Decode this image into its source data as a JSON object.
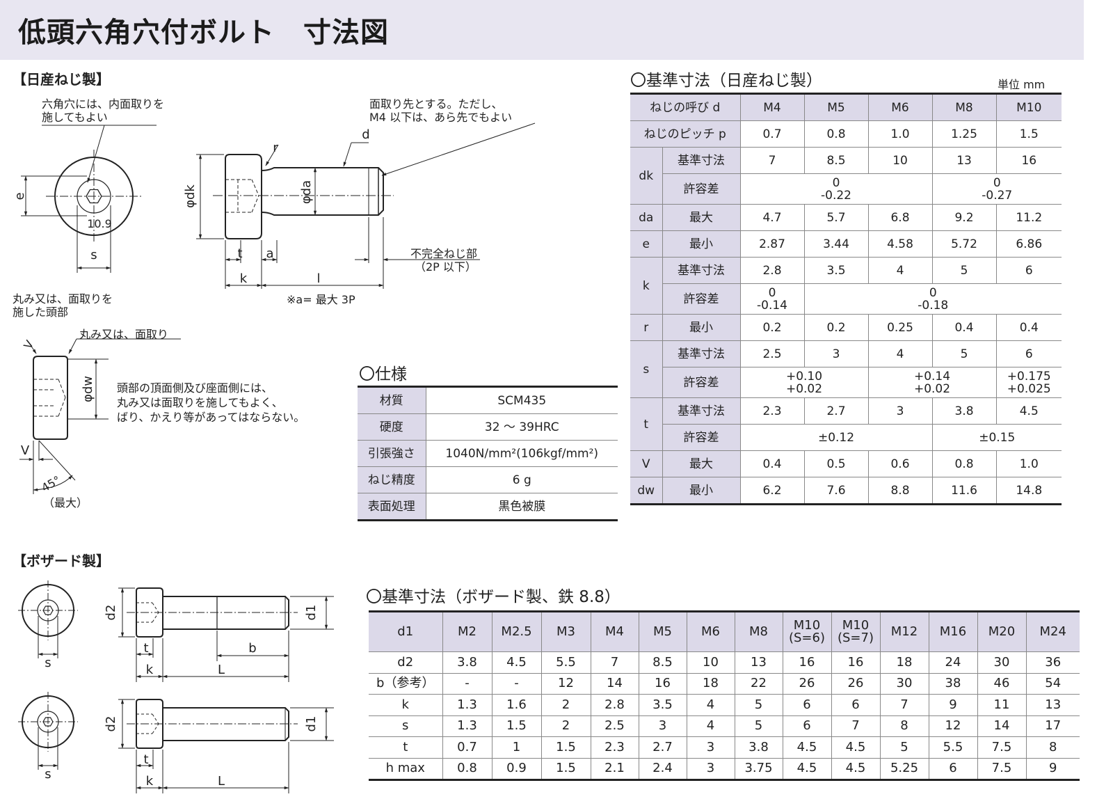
{
  "page_title": "低頭六角穴付ボルト　寸法図",
  "nissan": {
    "section": "【日産ねじ製】",
    "notes": {
      "hex_chamfer": [
        "六角穴には、内面取りを",
        "施してもよい"
      ],
      "tip_chamfer": [
        "面取り先とする。ただし、",
        "M4 以下は、あら先でもよい"
      ],
      "incomplete": [
        "不完全ねじ部",
        "（2P 以下）"
      ],
      "a_max": "※a= 最大 3P",
      "head_round": [
        "丸み又は、面取りを",
        "施した頭部"
      ],
      "round_or_chamfer": "丸み又は、面取り",
      "head_surfaces": [
        "頭部の頂面側及び座面側には、",
        "丸み又は面取りを施してもよく、",
        "ばり、かえり等があってはならない。"
      ],
      "max": "（最大）"
    },
    "dims": {
      "e": "e",
      "s": "s",
      "grade": "10.9",
      "dk": "φdk",
      "da": "φda",
      "dw": "φdw",
      "r": "r",
      "d": "d",
      "t": "t",
      "a": "a",
      "k": "k",
      "l": "l",
      "v": "V",
      "angle": "45°"
    }
  },
  "spec": {
    "title": "〇仕様",
    "rows": [
      {
        "label": "材質",
        "value": "SCM435"
      },
      {
        "label": "硬度",
        "value": "32 ～ 39HRC"
      },
      {
        "label": "引張強さ",
        "value": "1040N/mm²(106kgf/mm²)"
      },
      {
        "label": "ねじ精度",
        "value": "6 g"
      },
      {
        "label": "表面処理",
        "value": "黒色被膜"
      }
    ]
  },
  "nissan_table": {
    "title": "〇基準寸法（日産ねじ製）",
    "unit": "単位 mm",
    "header": {
      "label": "ねじの呼び d",
      "sizes": [
        "M4",
        "M5",
        "M6",
        "M8",
        "M10"
      ]
    },
    "pitch": {
      "label": "ねじのピッチ p",
      "values": [
        "0.7",
        "0.8",
        "1.0",
        "1.25",
        "1.5"
      ]
    },
    "dk": {
      "sym": "dk",
      "base_label": "基準寸法",
      "base": [
        "7",
        "8.5",
        "10",
        "13",
        "16"
      ],
      "tol_label": "許容差",
      "tol_a": [
        "0",
        "-0.22"
      ],
      "tol_b": [
        "0",
        "-0.27"
      ]
    },
    "da": {
      "sym": "da",
      "label": "最大",
      "values": [
        "4.7",
        "5.7",
        "6.8",
        "9.2",
        "11.2"
      ]
    },
    "e": {
      "sym": "e",
      "label": "最小",
      "values": [
        "2.87",
        "3.44",
        "4.58",
        "5.72",
        "6.86"
      ]
    },
    "k": {
      "sym": "k",
      "base_label": "基準寸法",
      "base": [
        "2.8",
        "3.5",
        "4",
        "5",
        "6"
      ],
      "tol_label": "許容差",
      "tol_a": [
        "0",
        "-0.14"
      ],
      "tol_b": [
        "0",
        "-0.18"
      ]
    },
    "r": {
      "sym": "r",
      "label": "最小",
      "values": [
        "0.2",
        "0.2",
        "0.25",
        "0.4",
        "0.4"
      ]
    },
    "s": {
      "sym": "s",
      "base_label": "基準寸法",
      "base": [
        "2.5",
        "3",
        "4",
        "5",
        "6"
      ],
      "tol_label": "許容差",
      "tol_a": [
        "+0.10",
        "+0.02"
      ],
      "tol_b": [
        "+0.14",
        "+0.02"
      ],
      "tol_c": [
        "+0.175",
        "+0.025"
      ]
    },
    "t": {
      "sym": "t",
      "base_label": "基準寸法",
      "base": [
        "2.3",
        "2.7",
        "3",
        "3.8",
        "4.5"
      ],
      "tol_label": "許容差",
      "tol_a": "±0.12",
      "tol_b": "±0.15"
    },
    "v": {
      "sym": "V",
      "label": "最大",
      "values": [
        "0.4",
        "0.5",
        "0.6",
        "0.8",
        "1.0"
      ]
    },
    "dw": {
      "sym": "dw",
      "label": "最小",
      "values": [
        "6.2",
        "7.6",
        "8.8",
        "11.6",
        "14.8"
      ]
    }
  },
  "bossard": {
    "section": "【ボザード製】",
    "dims": {
      "d2": "d2",
      "d1": "d1",
      "s": "s",
      "t": "t",
      "k": "k",
      "b": "b",
      "L": "L"
    }
  },
  "bossard_table": {
    "title": "〇基準寸法（ボザード製、鉄 8.8）",
    "header_label": "d1",
    "sizes": [
      [
        "M2"
      ],
      [
        "M2.5"
      ],
      [
        "M3"
      ],
      [
        "M4"
      ],
      [
        "M5"
      ],
      [
        "M6"
      ],
      [
        "M8"
      ],
      [
        "M10",
        "(S=6)"
      ],
      [
        "M10",
        "(S=7)"
      ],
      [
        "M12"
      ],
      [
        "M16"
      ],
      [
        "M20"
      ],
      [
        "M24"
      ]
    ],
    "rows": [
      {
        "label": "d2",
        "values": [
          "3.8",
          "4.5",
          "5.5",
          "7",
          "8.5",
          "10",
          "13",
          "16",
          "16",
          "18",
          "24",
          "30",
          "36"
        ]
      },
      {
        "label": "b（参考）",
        "values": [
          "-",
          "-",
          "12",
          "14",
          "16",
          "18",
          "22",
          "26",
          "26",
          "30",
          "38",
          "46",
          "54"
        ]
      },
      {
        "label": "k",
        "values": [
          "1.3",
          "1.6",
          "2",
          "2.8",
          "3.5",
          "4",
          "5",
          "6",
          "6",
          "7",
          "9",
          "11",
          "13"
        ]
      },
      {
        "label": "s",
        "values": [
          "1.3",
          "1.5",
          "2",
          "2.5",
          "3",
          "4",
          "5",
          "6",
          "7",
          "8",
          "12",
          "14",
          "17"
        ]
      },
      {
        "label": "t",
        "values": [
          "0.7",
          "1",
          "1.5",
          "2.3",
          "2.7",
          "3",
          "3.8",
          "4.5",
          "4.5",
          "5",
          "5.5",
          "7.5",
          "8"
        ]
      },
      {
        "label": "h max",
        "values": [
          "0.8",
          "0.9",
          "1.5",
          "2.1",
          "2.4",
          "3",
          "3.75",
          "4.5",
          "4.5",
          "5.25",
          "6",
          "7.5",
          "9"
        ]
      }
    ]
  }
}
